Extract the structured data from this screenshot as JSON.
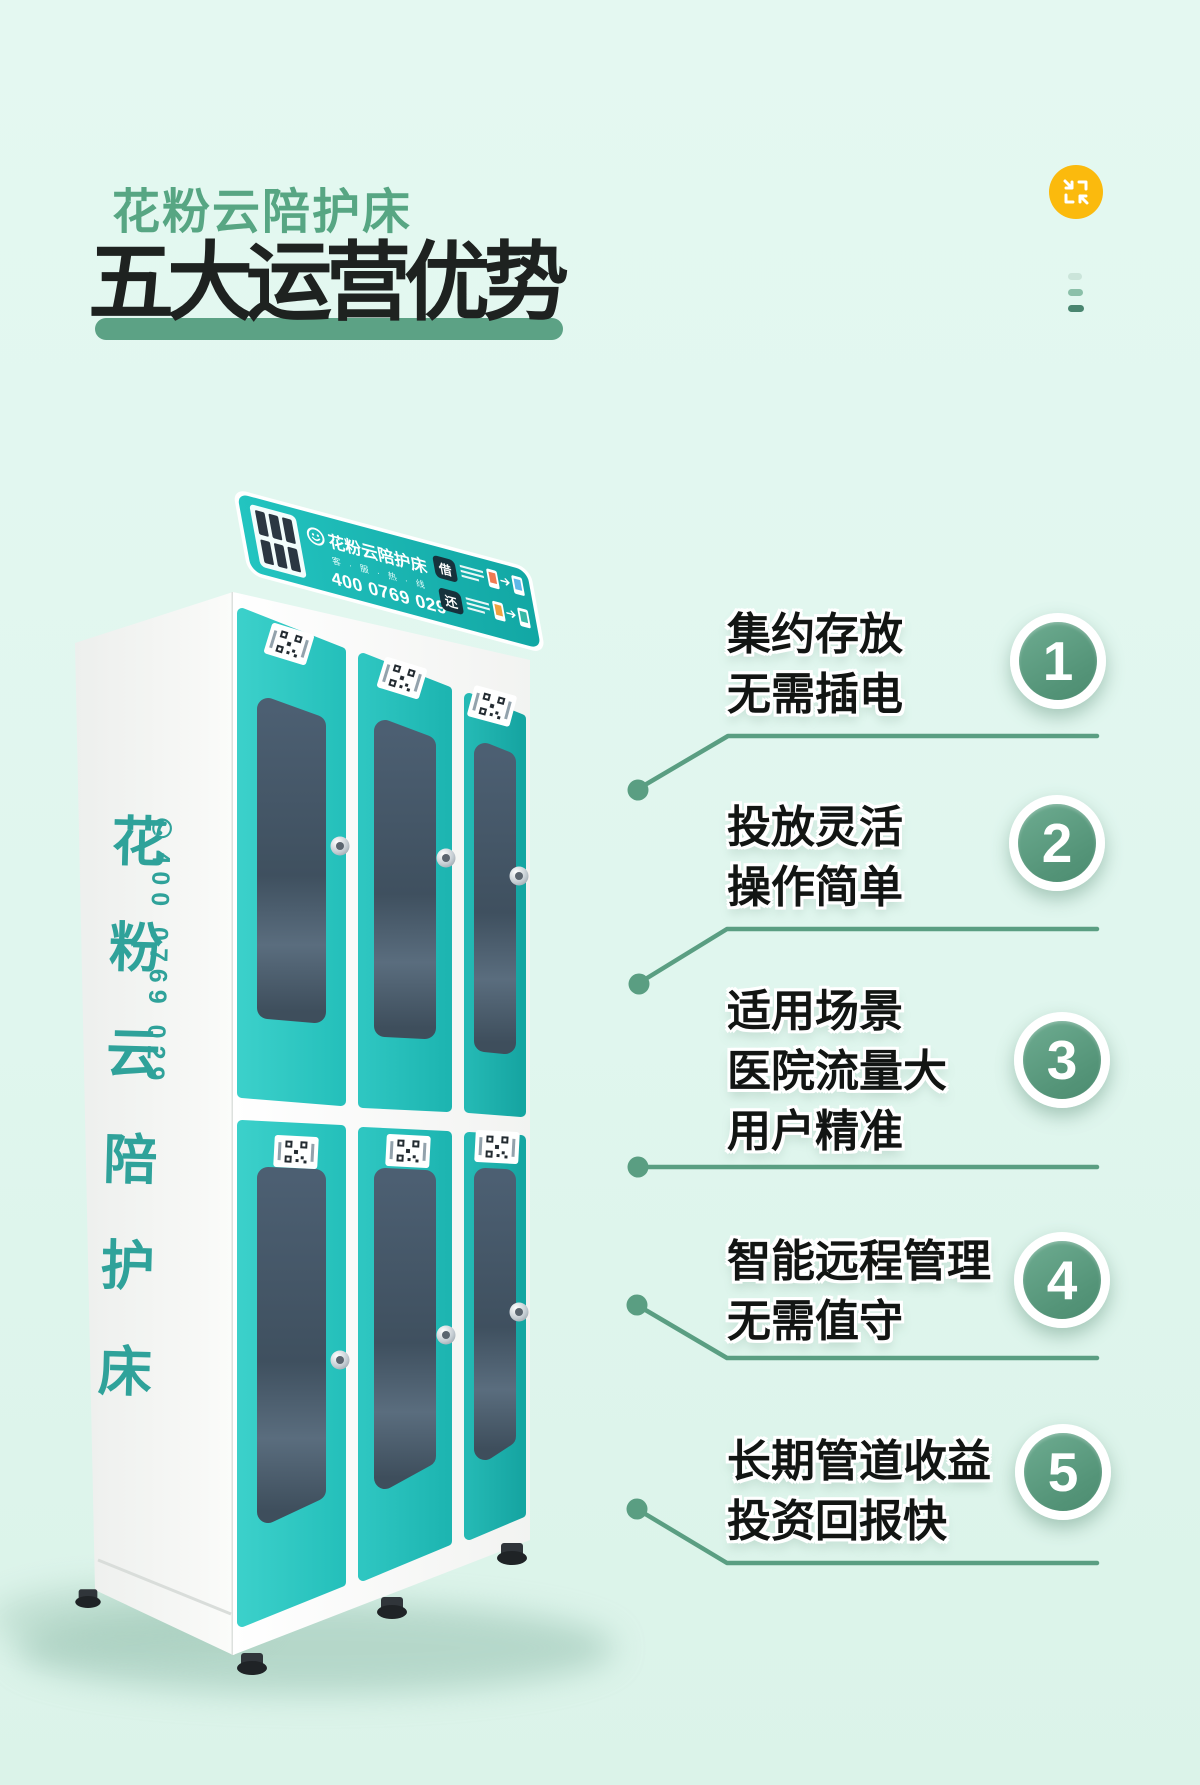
{
  "header": {
    "brand": "花粉云陪护床",
    "title": "五大运营优势"
  },
  "advantages": [
    {
      "number": "1",
      "lines": [
        "集约存放",
        "无需插电"
      ]
    },
    {
      "number": "2",
      "lines": [
        "投放灵活",
        "操作简单"
      ]
    },
    {
      "number": "3",
      "lines": [
        "适用场景",
        "医院流量大",
        "用户精准"
      ]
    },
    {
      "number": "4",
      "lines": [
        "智能远程管理",
        "无需值守"
      ]
    },
    {
      "number": "5",
      "lines": [
        "长期管道收益",
        "投资回报快"
      ]
    }
  ],
  "cabinet": {
    "sign": {
      "logo": "花粉云陪护床",
      "hotline_label": "客 · 服 · 热 · 线",
      "phone": "400 0769 029",
      "borrow_badge": "借",
      "return_badge": "还"
    },
    "side": {
      "brand_vertical": "花粉云陪护床",
      "phone_icon": "✆",
      "phone_vertical": "400 0769 029"
    }
  },
  "colors": {
    "accent_green": "#5C9F83",
    "door_teal": "#22BDB9",
    "title_dark": "#1E2220",
    "chip_yellow": "#FBBA0D",
    "window_slate": "#42556"
  }
}
